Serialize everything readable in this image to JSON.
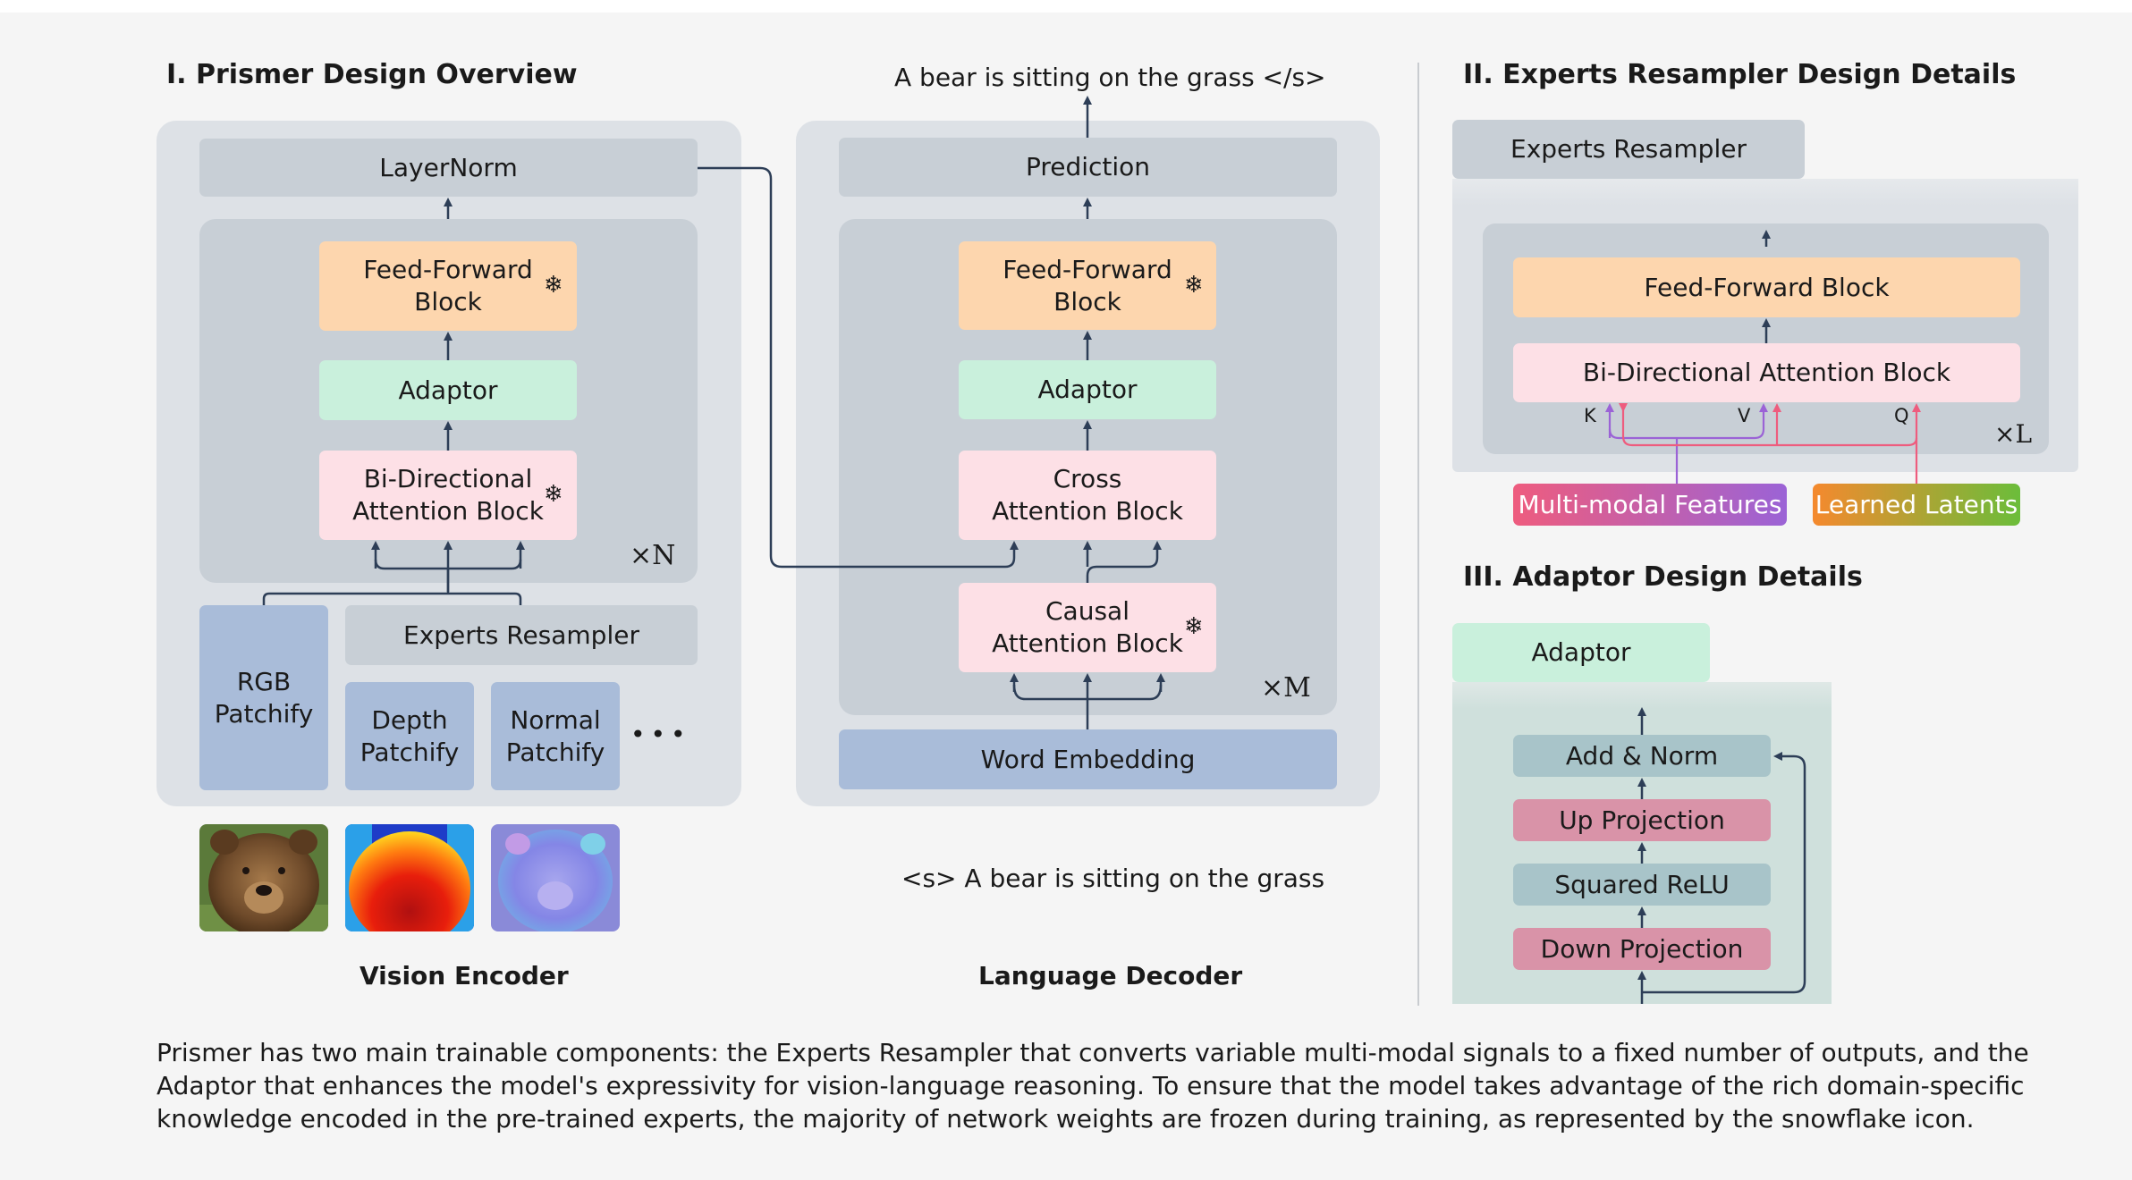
{
  "titles": {
    "overview": "I. Prismer Design Overview",
    "resampler_details": "II. Experts Resampler Design Details",
    "adaptor_details": "III. Adaptor Design Details"
  },
  "encoder": {
    "layernorm": "LayerNorm",
    "ffn": "Feed-Forward\nBlock",
    "adaptor": "Adaptor",
    "attention": "Bi-Directional\nAttention Block",
    "repeat": "×N",
    "rgb": "RGB\nPatchify",
    "experts_resampler": "Experts Resampler",
    "depth": "Depth\nPatchify",
    "normal": "Normal\nPatchify",
    "ellipsis": "•••",
    "label": "Vision Encoder"
  },
  "decoder": {
    "output_text": "A bear is sitting on the grass  </s>",
    "prediction": "Prediction",
    "ffn": "Feed-Forward\nBlock",
    "adaptor": "Adaptor",
    "cross": "Cross\nAttention Block",
    "causal": "Causal\nAttention Block",
    "repeat": "×M",
    "embedding": "Word Embedding",
    "input_text": "<s> A bear is sitting on the grass",
    "label": "Language Decoder"
  },
  "resampler": {
    "header": "Experts Resampler",
    "ffn": "Feed-Forward  Block",
    "attention": "Bi-Directional Attention Block",
    "k": "K",
    "v": "V",
    "q": "Q",
    "repeat": "×L",
    "features": "Multi-modal Features",
    "latents": "Learned Latents"
  },
  "adaptor": {
    "header": "Adaptor",
    "add_norm": "Add & Norm",
    "up": "Up Projection",
    "relu": "Squared ReLU",
    "down": "Down Projection"
  },
  "caption": "Prismer has two main trainable components: the Experts Resampler that converts variable multi-modal signals to a fixed number of outputs, and the Adaptor that enhances the model's expressivity for vision-language reasoning. To ensure that the model takes advantage of the rich domain-specific knowledge encoded in the pre-trained experts, the majority of network weights are frozen during training, as represented by the snowflake icon.",
  "colors": {
    "ffn": "#fdd6ae",
    "adaptor": "#c9f0dc",
    "attention": "#fde0e6",
    "patch": "#a9bcd9",
    "features_grad": [
      "#ee5c7e",
      "#9b63d6"
    ],
    "latents_grad": [
      "#f5892e",
      "#6bbd3a"
    ],
    "arrow": "#2d3e57"
  },
  "icons": {
    "frozen": "snowflake-icon"
  }
}
